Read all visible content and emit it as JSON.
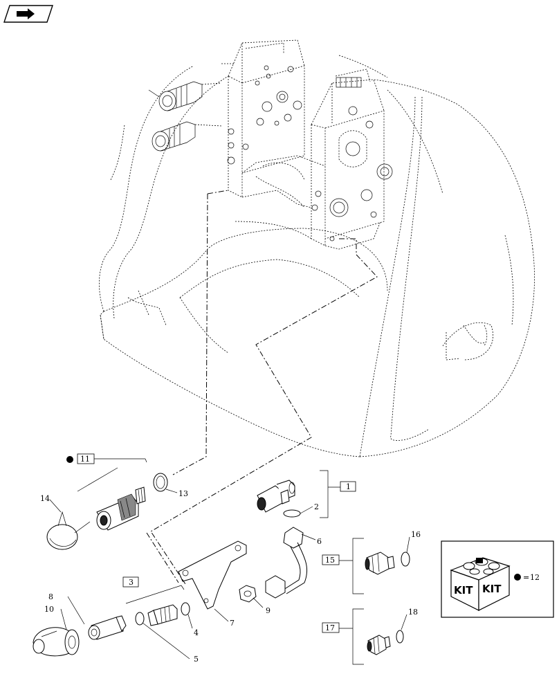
{
  "nav": {
    "icon": "forward-page-icon"
  },
  "callouts": {
    "c1": "1",
    "c2": "2",
    "c3": "3",
    "c4": "4",
    "c5": "5",
    "c6": "6",
    "c7": "7",
    "c8": "8",
    "c9": "9",
    "c10": "10",
    "c11": "11",
    "c12": "12",
    "c13": "13",
    "c14": "14",
    "c15": "15",
    "c16": "16",
    "c17": "17",
    "c18": "18"
  },
  "kit": {
    "label_left": "KIT",
    "label_right": "KIT",
    "equals": "="
  }
}
